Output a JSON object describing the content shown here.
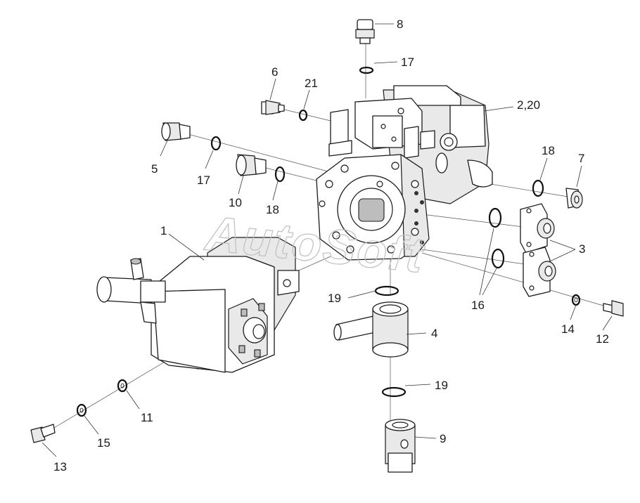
{
  "watermark": "AutoSoft",
  "callouts": {
    "c1": "1",
    "c2_20": "2,20",
    "c3": "3",
    "c4": "4",
    "c5": "5",
    "c6": "6",
    "c7": "7",
    "c8": "8",
    "c9": "9",
    "c10": "10",
    "c11": "11",
    "c12": "12",
    "c13": "13",
    "c14": "14",
    "c15": "15",
    "c16": "16",
    "c17a": "17",
    "c17b": "17",
    "c18a": "18",
    "c18b": "18",
    "c19a": "19",
    "c19b": "19",
    "c21": "21"
  }
}
